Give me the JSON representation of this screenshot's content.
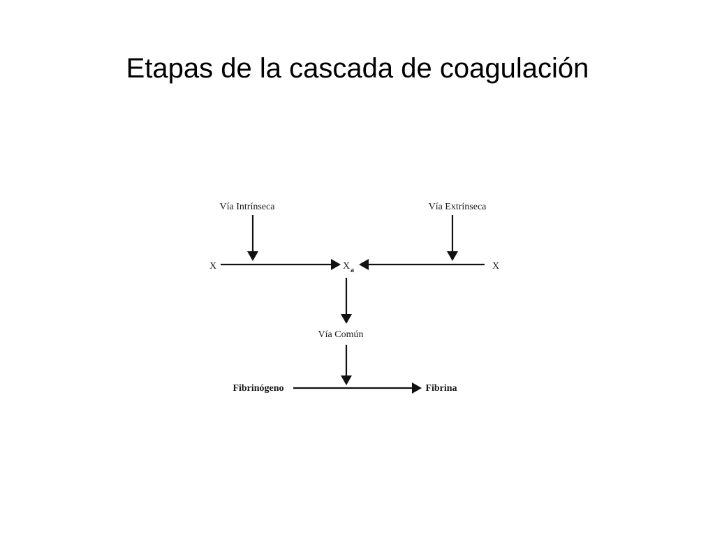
{
  "slide": {
    "title": "Etapas de la cascada de coagulación"
  },
  "diagram": {
    "intrinsic_label": "Vía Intrínseca",
    "extrinsic_label": "Vía Extrínseca",
    "factor_left": "X",
    "factor_right": "X",
    "factor_active": "X",
    "factor_active_sub": "a",
    "common_label": "Vía Común",
    "fibrinogen_label": "Fibrinógeno",
    "fibrin_label": "Fibrina"
  },
  "colors": {
    "background": "#ffffff",
    "ink": "#111111"
  }
}
